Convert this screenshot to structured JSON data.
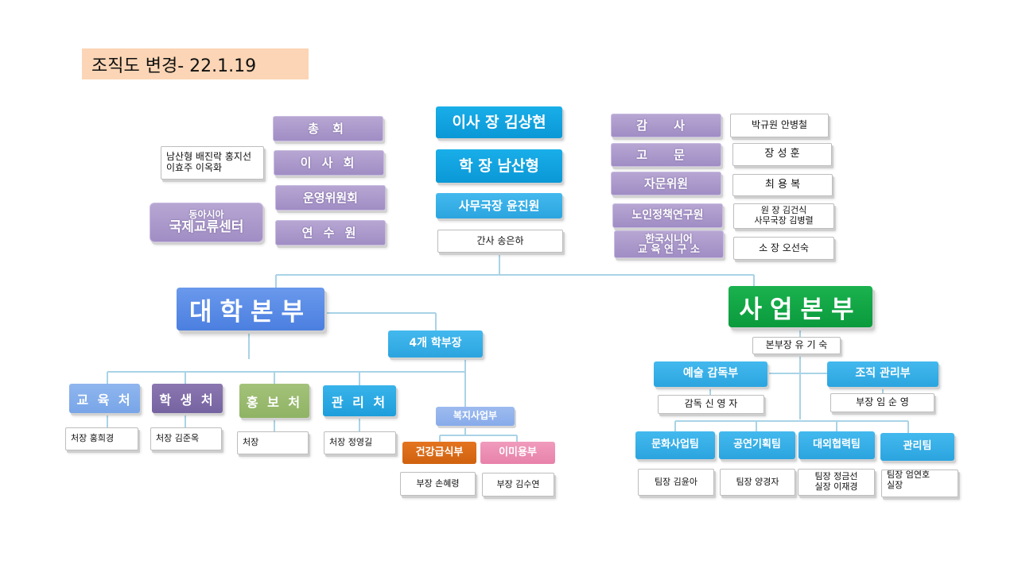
{
  "title": "조직도 변경- 22.1.19",
  "left_top": {
    "general": "총 회",
    "board": "이 사 회",
    "board_members": [
      "남산형 배진락 홍지선",
      "이효주 이옥화"
    ],
    "steering": "운영위원회",
    "research": "연 수 원",
    "intl_center": [
      "동아시아",
      "국제교류센터"
    ]
  },
  "center_top": {
    "chairman": "이사 장 김상현",
    "president": "학 장 남산형",
    "secretary_general": "사무국장 윤진원",
    "secretary": "간사 송은하"
  },
  "right_top": {
    "rows": [
      {
        "label": "감 사",
        "person": "박규원 안병철"
      },
      {
        "label": "고 문",
        "person": "장 성 훈"
      },
      {
        "label": "자문위원",
        "person": "최 용 복"
      },
      {
        "label": "노인정책연구원",
        "person_lines": [
          "원 장 김건식",
          "사무국장 김병렬"
        ]
      },
      {
        "label_lines": [
          "한국시니어",
          "교 육 연 구 소"
        ],
        "person": "소 장 오선숙"
      }
    ]
  },
  "university": {
    "title": "대학본부",
    "deans": "4개 학부장",
    "depts": [
      {
        "label": "교 육 처",
        "head": "처장 홍희경"
      },
      {
        "label": "학 생 처",
        "head": "처장 김준옥"
      },
      {
        "label": "홍 보 처",
        "head": "처장"
      },
      {
        "label": "관 리 처",
        "head": "처장 정영길"
      }
    ],
    "welfare": {
      "label": "복지사업부",
      "subs": [
        {
          "label": "건강급식부",
          "head": "부장 손혜령"
        },
        {
          "label": "이미용부",
          "head": "부장 김수연"
        }
      ]
    }
  },
  "business": {
    "title": "사업본부",
    "head": "본부장 유 기 숙",
    "art": {
      "label": "예술 감독부",
      "head": "감독 신 영 자"
    },
    "org": {
      "label": "조직 관리부",
      "head": "부장 임 순 영"
    },
    "teams": [
      {
        "label": "문화사업팀",
        "head_lines": [
          "팀장 김윤아"
        ]
      },
      {
        "label": "공연기획팀",
        "head_lines": [
          "팀장 양경자"
        ]
      },
      {
        "label": "대외협력팀",
        "head_lines": [
          "팀장 정금선",
          "실장 이재경"
        ]
      },
      {
        "label": "관리팀",
        "head_lines": [
          "팀장 엄연호",
          "실장"
        ]
      }
    ]
  },
  "colors": {
    "line": "#a9d3e6",
    "purple": "#a593c8",
    "cyan": "#0ea5e3",
    "univ_blue": "#5b8be4",
    "biz_green": "#12a646",
    "title_bg": "#fbd5b5"
  }
}
